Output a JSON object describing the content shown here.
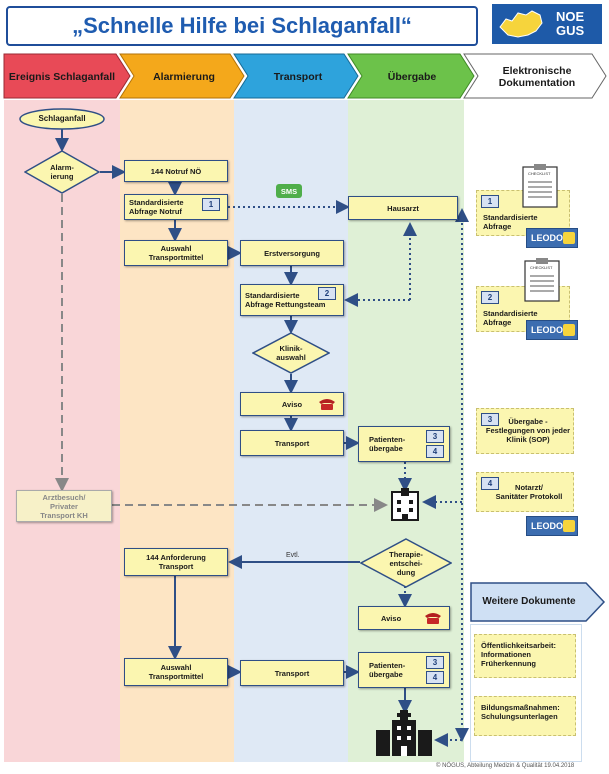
{
  "title": "„Schnelle Hilfe bei Schlaganfall“",
  "logo": {
    "line1": "NOE",
    "line2": "GUS"
  },
  "lanes": [
    {
      "label": "Ereignis Schlaganfall",
      "color": "#e84a57",
      "bg": "#f9d6d8"
    },
    {
      "label": "Alarmierung",
      "color": "#f4a81b",
      "bg": "#fde5c4"
    },
    {
      "label": "Transport",
      "color": "#2ea3dc",
      "bg": "#dfe9f5"
    },
    {
      "label": "Übergabe",
      "color": "#6cc24a",
      "bg": "#dff0d6"
    },
    {
      "label": "Elektronische Dokumentation",
      "color": "#ffffff",
      "bg": "#ffffff"
    }
  ],
  "nodes": {
    "schlaganfall": "Schlaganfall",
    "alarmierung": "Alarm-\nierung",
    "notruf": "144 Notruf NÖ",
    "abfrage_notruf": "Standardisierte\nAbfrage Notruf",
    "hausarzt": "Hausarzt",
    "sms": "SMS",
    "auswahl1": "Auswahl\nTransportmittel",
    "erstversorgung": "Erstversorgung",
    "abfrage_rt": "Standardisierte\nAbfrage Rettungsteam",
    "klinik": "Klinik-\nauswahl",
    "aviso1": "Aviso",
    "transport1": "Transport",
    "patient1": "Patienten-\nübergabe",
    "arztbesuch": "Arztbesuch/\nPrivater\nTransport KH",
    "anforderung": "144 Anforderung\nTransport",
    "evtl": "Evtl.",
    "therapie": "Therapie-\nentschei-\ndung",
    "aviso2": "Aviso",
    "auswahl2": "Auswahl\nTransportmittel",
    "transport2": "Transport",
    "patient2": "Patienten-\nübergabe"
  },
  "badges": {
    "b1": "1",
    "b2": "2",
    "b3": "3",
    "b4": "4"
  },
  "docs": {
    "d1": "Standardisierte\nAbfrage",
    "d2": "Standardisierte\nAbfrage",
    "d3": "Übergabe -\nFestlegungen von jeder\nKlinik (SOP)",
    "d4": "Notarzt/\nSanitäter Protokoll",
    "leodok": "LEODOK",
    "checklist": "CHECKLIST"
  },
  "weitere": {
    "title": "Weitere Dokumente",
    "item1": "Öffentlichkeitsarbeit:\nInformationen\nFrüherkennung",
    "item2": "Bildungsmaßnahmen:\nSchulungsunterlagen"
  },
  "footer": "© NÖGUS, Abteilung Medizin & Qualität 19.04.2018"
}
